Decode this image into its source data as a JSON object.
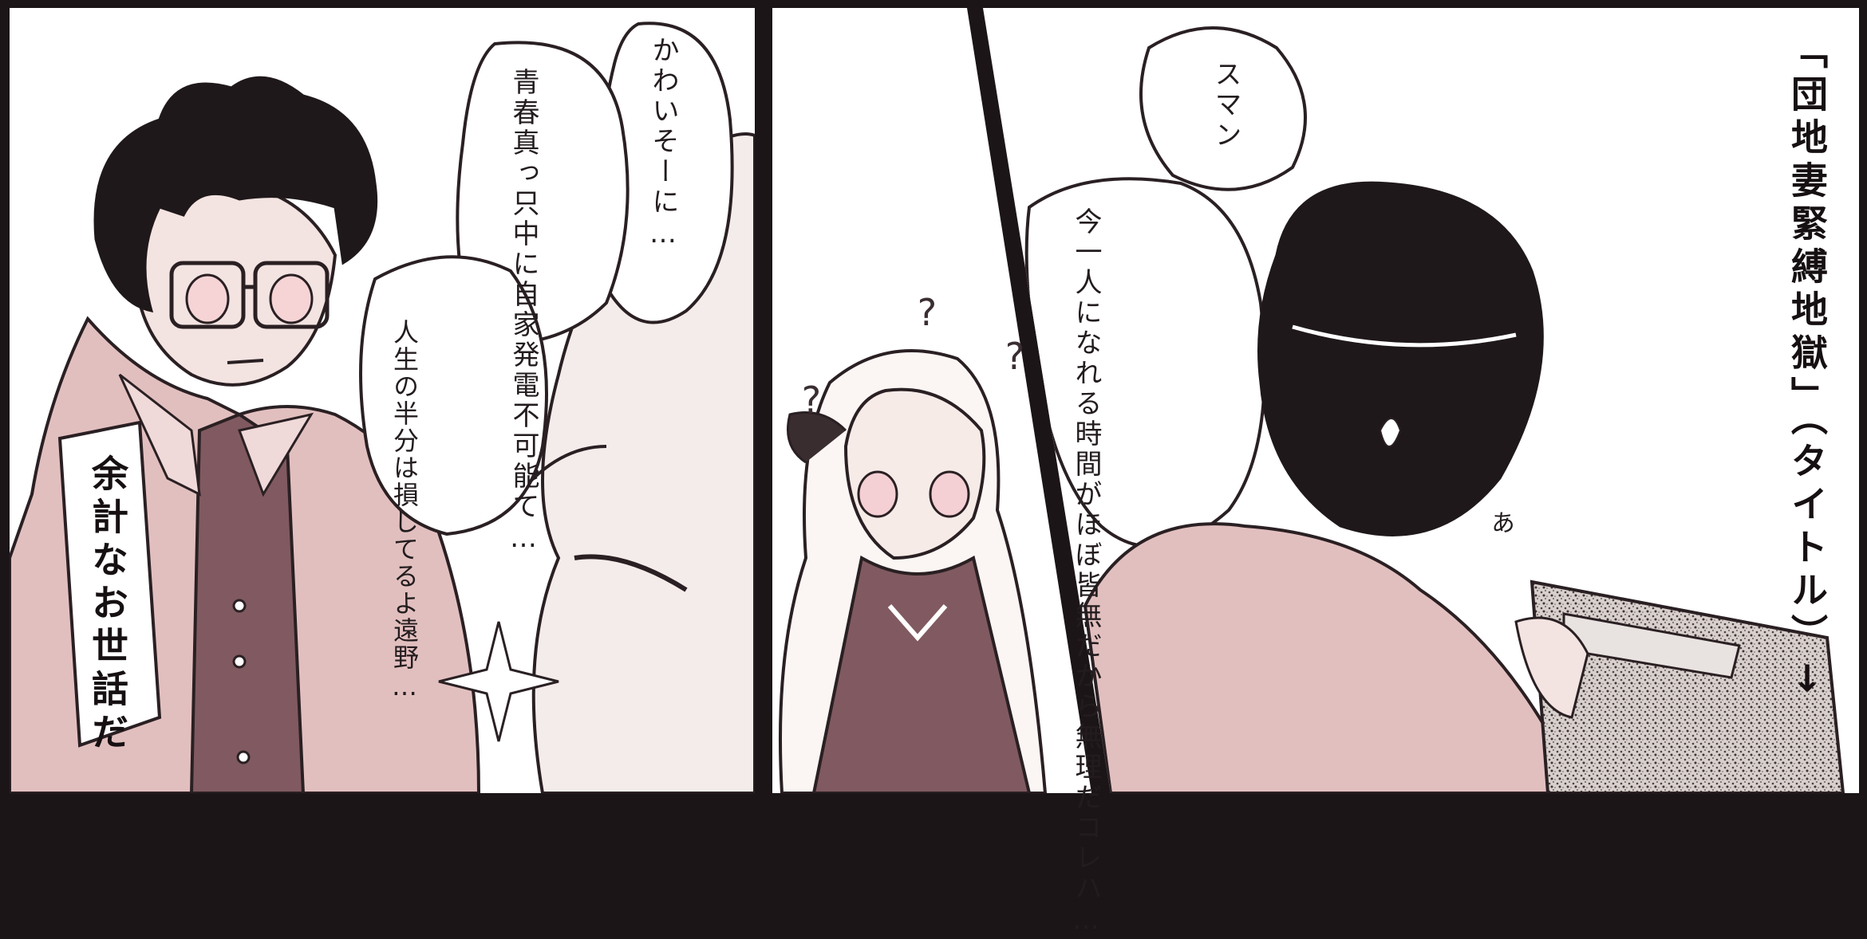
{
  "panels": [
    {
      "bubbles": [
        {
          "lines": [
            "かわいそーに…"
          ]
        },
        {
          "lines": [
            "青春真っ只中に",
            "自家発電不可能て…"
          ]
        },
        {
          "lines": [
            "人生の半分は",
            "損してるよ",
            "遠野…"
          ]
        }
      ],
      "caption": "余計なお世話だ"
    },
    {
      "sfx": [
        "?",
        "?",
        "?"
      ]
    },
    {
      "bubbles": [
        {
          "lines": [
            "スマン"
          ]
        },
        {
          "lines": [
            "今",
            "一人になれる時間が",
            "ほぼ皆無だから",
            "無理だコレハ…"
          ]
        }
      ],
      "handwritten": "あ",
      "title_text": "「団地妻緊縛地獄」",
      "title_note": "（タイトル）↓"
    }
  ],
  "colors": {
    "border": "#1c1517",
    "paper": "#ffffff",
    "tone_pink": "#e2bfbf",
    "tone_dark": "#805a60",
    "ink": "#231c1e"
  }
}
